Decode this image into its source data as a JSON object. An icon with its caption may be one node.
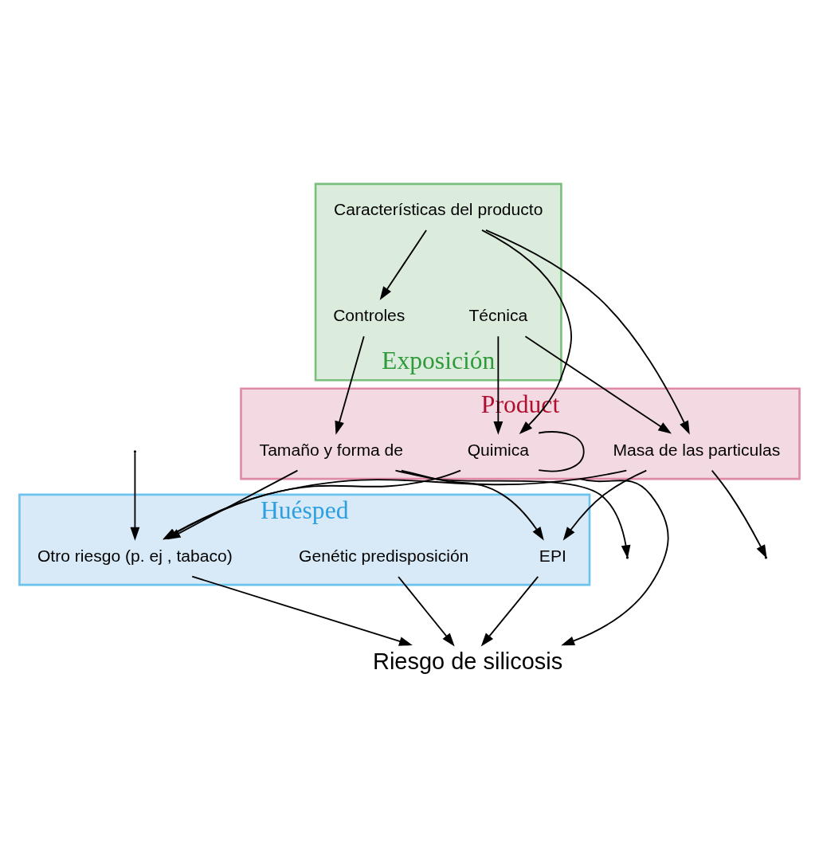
{
  "diagram": {
    "nodes": [
      {
        "text": [
          "Huésped"
        ]
      },
      {
        "text": [
          "Otro riesgo (p. ej , tabaco)"
        ],
        "in": 0
      },
      {
        "text": [
          "Genétic predisposición"
        ],
        "in": 0
      },
      {
        "text": [
          "EPI"
        ],
        "in": 0
      },
      {
        "text": [
          "Product"
        ]
      },
      {
        "text": [
          "Quimica"
        ],
        "in": 4
      },
      {
        "text": [
          "Masa de las particulas"
        ],
        "in": 4
      },
      {
        "text": [
          "Tamaño y forma de"
        ],
        "in": 4
      },
      {
        "text": [
          "Exposición"
        ]
      },
      {
        "text": [
          "Controles"
        ],
        "in": 8
      },
      {
        "text": [
          "Técnica"
        ],
        "in": 8
      },
      {
        "text": [
          "Características del producto"
        ],
        "in": 8
      },
      {
        "text": [
          "Riesgo de silicosis"
        ]
      }
    ],
    "edges": [
      {
        "from": null,
        "to": 1,
        "arrow": "to"
      },
      {
        "from": 5,
        "to": 1,
        "arrow": "to"
      },
      {
        "from": 5,
        "to": 4,
        "arrow": "none"
      },
      {
        "from": 6,
        "to": 1,
        "arrow": "to"
      },
      {
        "from": 6,
        "to": null,
        "arrow": "to"
      },
      {
        "from": 6,
        "to": 3,
        "arrow": "to"
      },
      {
        "from": 7,
        "to": 1,
        "arrow": "to"
      },
      {
        "from": 7,
        "to": 3,
        "arrow": "to"
      },
      {
        "from": 7,
        "to": null,
        "arrow": "to"
      },
      {
        "from": 4,
        "to": 12,
        "arrow": "to"
      },
      {
        "from": 1,
        "to": 12,
        "arrow": "to"
      },
      {
        "from": 2,
        "to": 12,
        "arrow": "to"
      },
      {
        "from": 3,
        "to": 12,
        "arrow": "to"
      },
      {
        "from": 9,
        "to": 7,
        "arrow": "to"
      },
      {
        "from": 10,
        "to": 5,
        "arrow": "to"
      },
      {
        "from": 10,
        "to": 6,
        "arrow": "to"
      },
      {
        "from": 11,
        "to": 5,
        "arrow": "to"
      },
      {
        "from": 11,
        "to": 6,
        "arrow": "to"
      },
      {
        "from": 11,
        "to": 9,
        "arrow": "to"
      }
    ]
  }
}
